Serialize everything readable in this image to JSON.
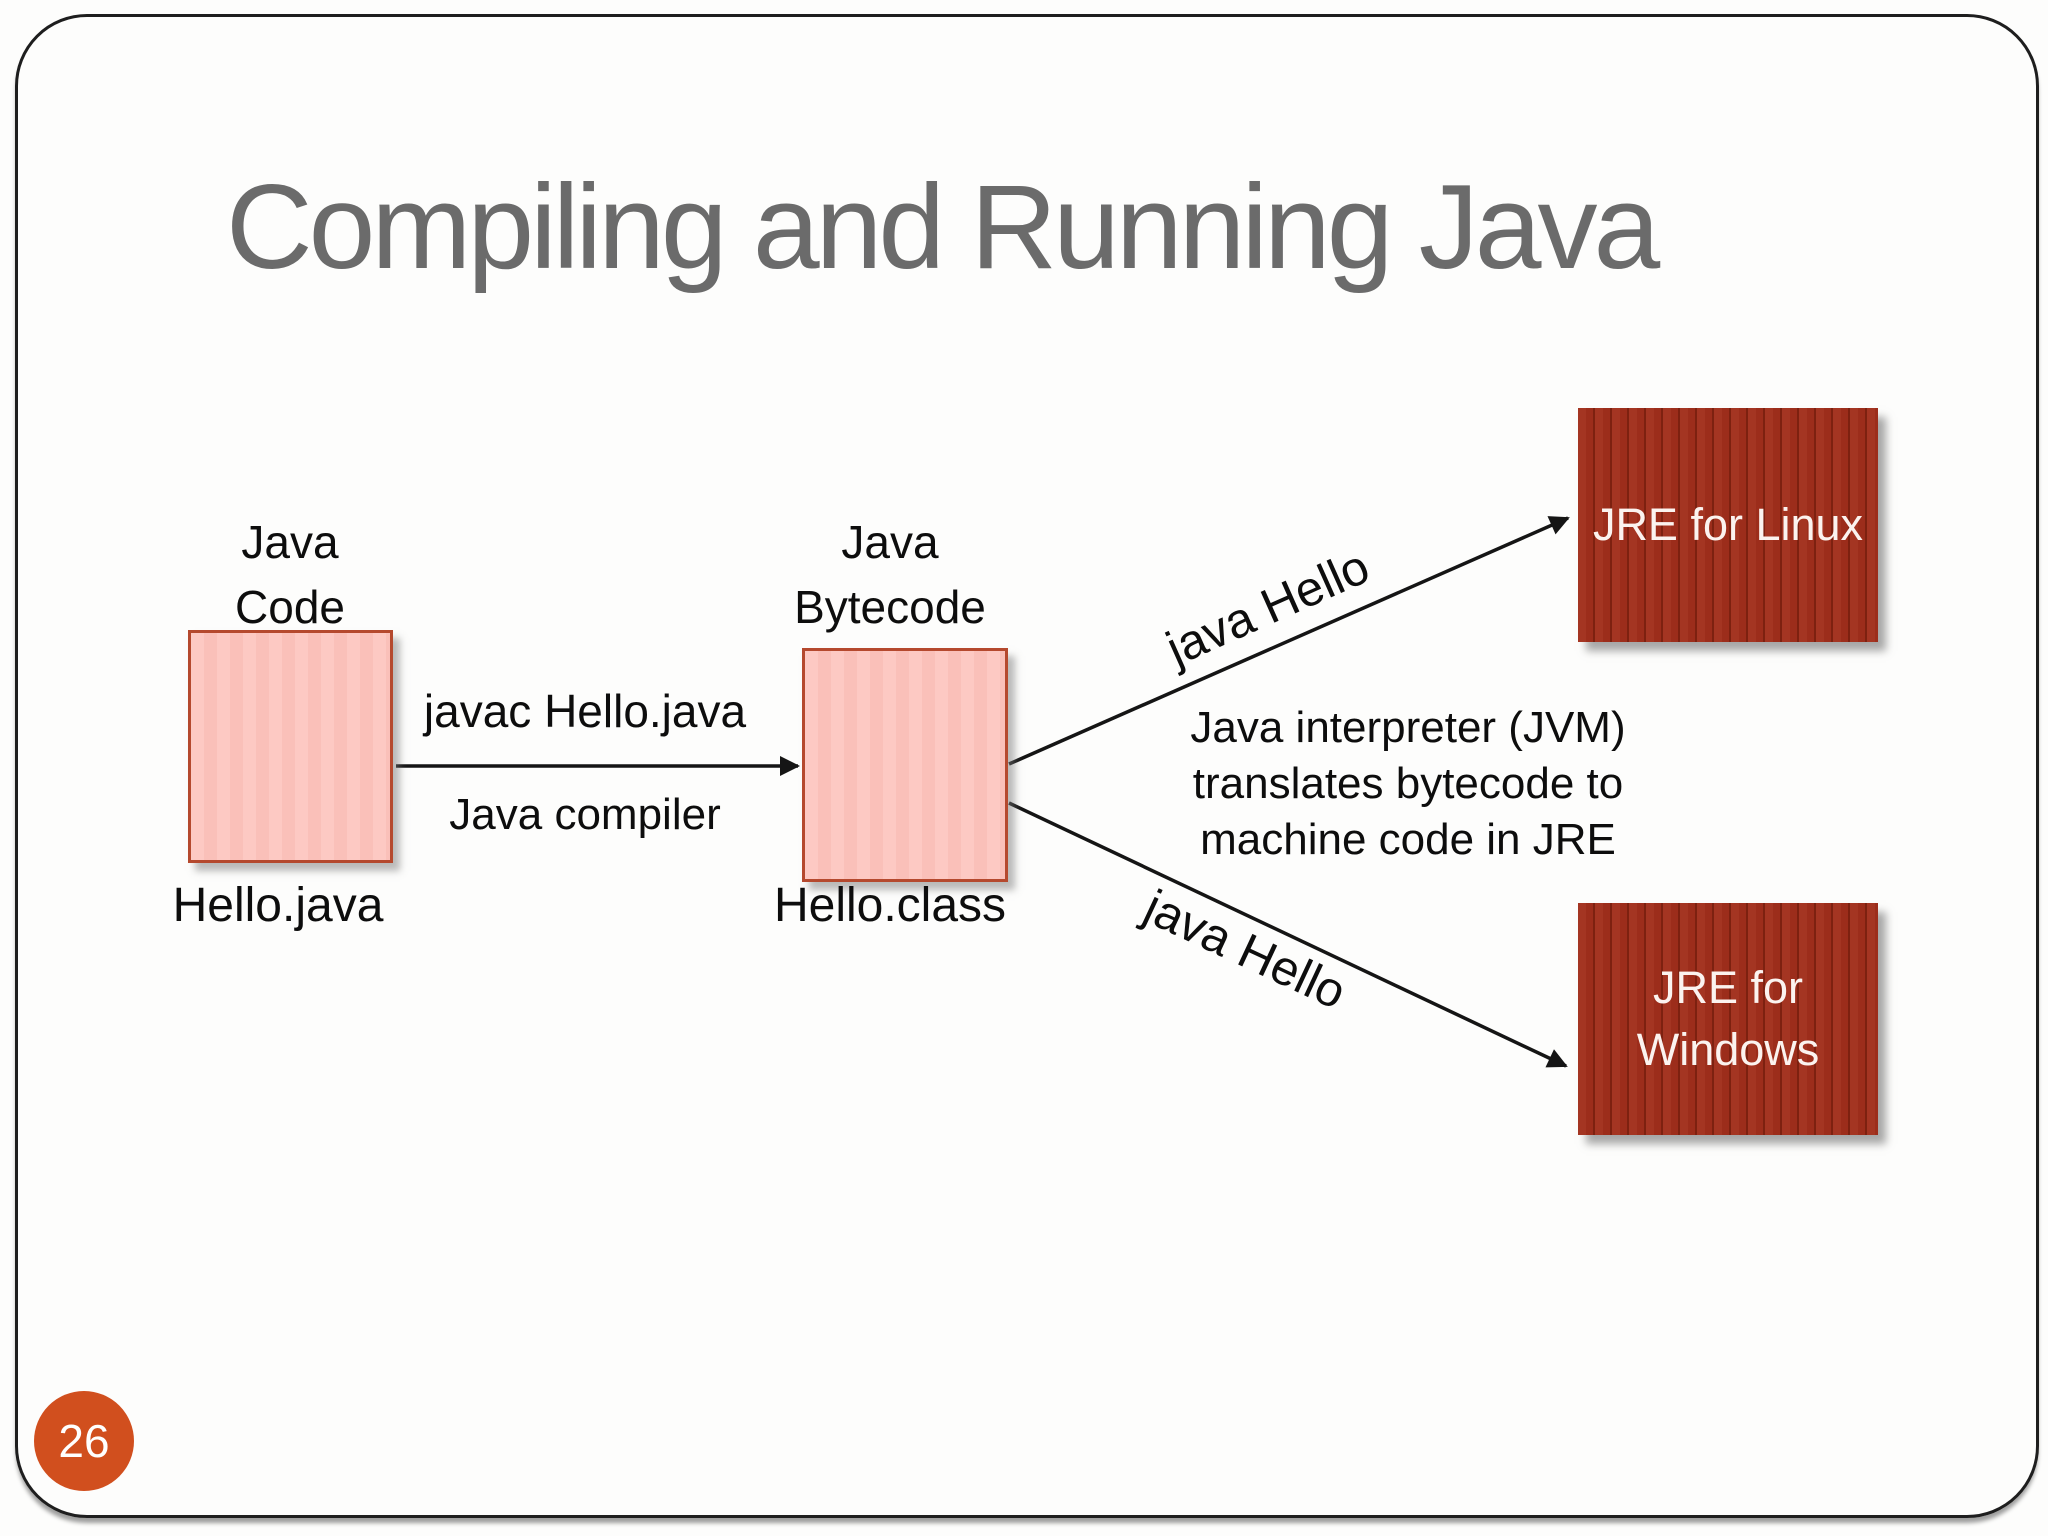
{
  "slide": {
    "title": "Compiling and Running Java",
    "page_number": "26"
  },
  "nodes": {
    "java_code": {
      "title_line1": "Java",
      "title_line2": "Code",
      "file_label": "Hello.java"
    },
    "java_bytecode": {
      "title_line1": "Java",
      "title_line2": "Bytecode",
      "file_label": "Hello.class"
    },
    "jre_linux": {
      "label": "JRE for Linux"
    },
    "jre_windows": {
      "label_line1": "JRE for",
      "label_line2": "Windows"
    }
  },
  "edges": {
    "compile": {
      "command_label": "javac Hello.java",
      "tool_label": "Java compiler"
    },
    "run_linux": {
      "command_label": "java Hello"
    },
    "run_windows": {
      "command_label": "java Hello"
    }
  },
  "note": {
    "line1": "Java interpreter (JVM)",
    "line2": "translates bytecode to",
    "line3": "machine code in JRE"
  },
  "colors": {
    "jre_red": "#9e2b1c",
    "source_pink": "#fcc7c1",
    "box_border": "#b5492e",
    "page_badge_orange": "#d14f1e",
    "title_gray": "#6b6b6b"
  }
}
